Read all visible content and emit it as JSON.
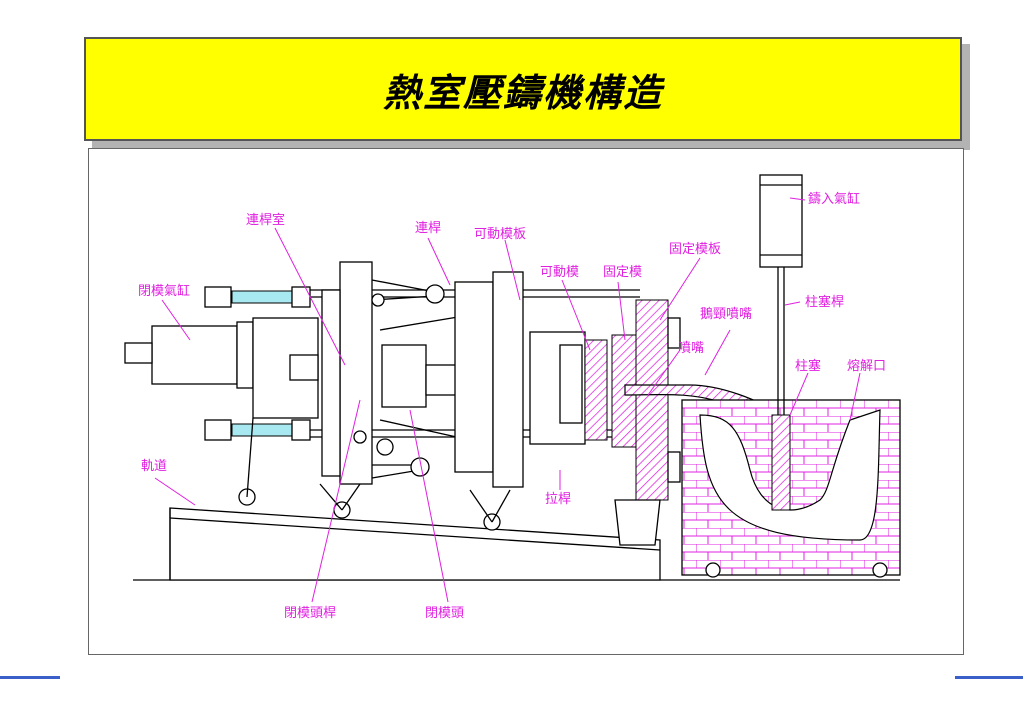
{
  "title": "熱室壓鑄機構造",
  "labels": {
    "link_chamber": "連桿室",
    "link_rod": "連桿",
    "movable_platen": "可動模板",
    "movable_die": "可動模",
    "fixed_die": "固定模",
    "fixed_platen": "固定模板",
    "injection_cylinder": "鑄入氣缸",
    "close_cylinder": "閉模氣缸",
    "gooseneck_nozzle": "鵝頸噴嘴",
    "plunger_rod": "柱塞桿",
    "nozzle": "噴嘴",
    "plunger": "柱塞",
    "melting_pot": "熔解口",
    "rail": "軌道",
    "tie_bar": "拉桿",
    "close_head_rod": "閉模頭桿",
    "close_head": "閉模頭"
  },
  "colors": {
    "title_bg": "#ffff00",
    "label": "#e020e0",
    "accent_line": "#3a5fc8"
  }
}
